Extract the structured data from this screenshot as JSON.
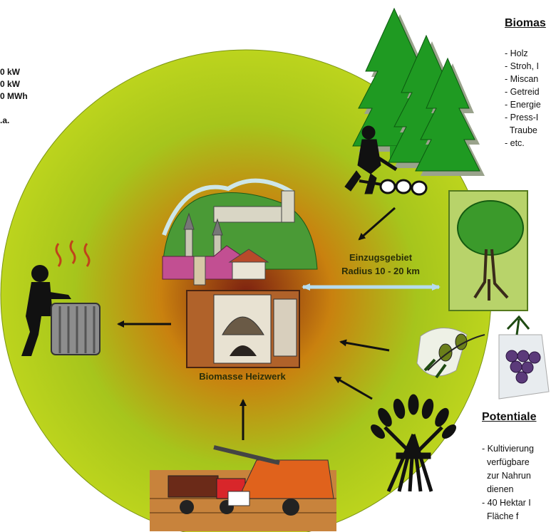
{
  "left_stats": [
    "0 kW",
    "0 kW",
    "0 MWh",
    "",
    ".a."
  ],
  "biomass": {
    "title": "Biomas",
    "items": [
      "- Holz",
      "- Stroh, I",
      "- Miscan",
      "- Getreid",
      "- Energie",
      "- Press-I",
      "  Traube",
      "- etc."
    ]
  },
  "center": {
    "catchment_line1": "Einzugsgebiet",
    "catchment_line2": "Radius 10 - 20 km",
    "plant": "Biomasse Heizwerk"
  },
  "potential": {
    "title": "Potentiale",
    "items": [
      "- Kultivierung",
      "  verfügbare",
      "  zur Nahrun",
      "  dienen",
      "- 40 Hektar I",
      "  Fläche f"
    ]
  },
  "colors": {
    "circle_outer": "#b9d21c",
    "circle_inner": "#c9810f",
    "circle_center": "#7b1f10",
    "tree_green": "#1f9a22",
    "arrow": "#111111",
    "arrow_light": "#b6dcee"
  }
}
